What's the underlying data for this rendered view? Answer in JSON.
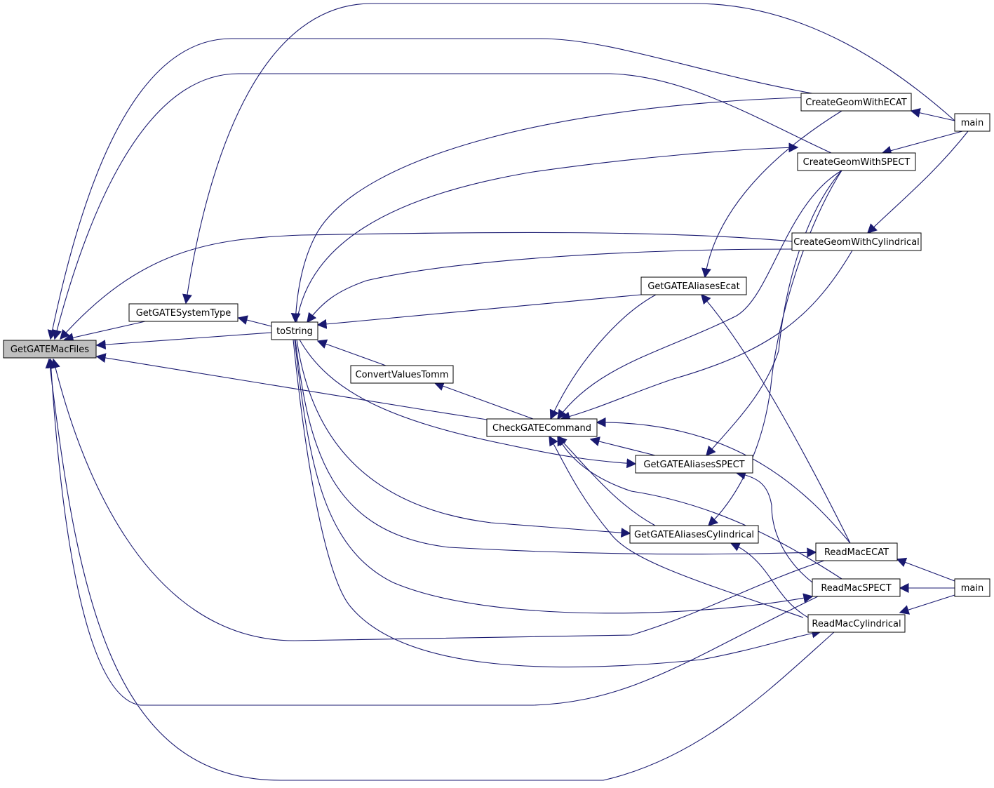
{
  "graph": {
    "nodes": [
      {
        "id": "getmac",
        "label": "GetGATEMacFiles",
        "highlighted": true
      },
      {
        "id": "systype",
        "label": "GetGATESystemType"
      },
      {
        "id": "tostring",
        "label": "toString"
      },
      {
        "id": "convert",
        "label": "ConvertValuesTomm"
      },
      {
        "id": "check",
        "label": "CheckGATECommand"
      },
      {
        "id": "aliasecat",
        "label": "GetGATEAliasesEcat"
      },
      {
        "id": "aliasspect",
        "label": "GetGATEAliasesSPECT"
      },
      {
        "id": "aliascyl",
        "label": "GetGATEAliasesCylindrical"
      },
      {
        "id": "cgecat",
        "label": "CreateGeomWithECAT"
      },
      {
        "id": "cgspect",
        "label": "CreateGeomWithSPECT"
      },
      {
        "id": "cgcyl",
        "label": "CreateGeomWithCylindrical"
      },
      {
        "id": "rmecat",
        "label": "ReadMacECAT"
      },
      {
        "id": "rmspect",
        "label": "ReadMacSPECT"
      },
      {
        "id": "rmcyl",
        "label": "ReadMacCylindrical"
      },
      {
        "id": "main1",
        "label": "main"
      },
      {
        "id": "main2",
        "label": "main"
      }
    ],
    "edges": [
      {
        "from": "systype",
        "to": "getmac"
      },
      {
        "from": "tostring",
        "to": "getmac"
      },
      {
        "from": "check",
        "to": "getmac"
      },
      {
        "from": "cgecat",
        "to": "getmac"
      },
      {
        "from": "cgspect",
        "to": "getmac"
      },
      {
        "from": "cgcyl",
        "to": "getmac"
      },
      {
        "from": "rmecat",
        "to": "getmac"
      },
      {
        "from": "rmspect",
        "to": "getmac"
      },
      {
        "from": "rmcyl",
        "to": "getmac"
      },
      {
        "from": "main1",
        "to": "systype"
      },
      {
        "from": "tostring",
        "to": "systype"
      },
      {
        "from": "convert",
        "to": "tostring"
      },
      {
        "from": "aliasecat",
        "to": "tostring"
      },
      {
        "from": "cgecat",
        "to": "tostring"
      },
      {
        "from": "cgcyl",
        "to": "tostring"
      },
      {
        "from": "tostring",
        "to": "cgspect"
      },
      {
        "from": "tostring",
        "to": "aliasspect"
      },
      {
        "from": "tostring",
        "to": "aliascyl"
      },
      {
        "from": "tostring",
        "to": "rmecat"
      },
      {
        "from": "tostring",
        "to": "rmspect"
      },
      {
        "from": "tostring",
        "to": "rmcyl"
      },
      {
        "from": "check",
        "to": "convert"
      },
      {
        "from": "aliasecat",
        "to": "check"
      },
      {
        "from": "aliasspect",
        "to": "check"
      },
      {
        "from": "aliascyl",
        "to": "check"
      },
      {
        "from": "cgspect",
        "to": "check"
      },
      {
        "from": "cgcyl",
        "to": "check"
      },
      {
        "from": "rmecat",
        "to": "check"
      },
      {
        "from": "rmspect",
        "to": "check"
      },
      {
        "from": "rmcyl",
        "to": "check"
      },
      {
        "from": "cgecat",
        "to": "aliasecat"
      },
      {
        "from": "rmecat",
        "to": "aliasecat"
      },
      {
        "from": "cgspect",
        "to": "aliasspect"
      },
      {
        "from": "rmspect",
        "to": "aliasspect"
      },
      {
        "from": "cgspect",
        "to": "aliascyl"
      },
      {
        "from": "rmcyl",
        "to": "aliascyl"
      },
      {
        "from": "main1",
        "to": "cgecat"
      },
      {
        "from": "main1",
        "to": "cgspect"
      },
      {
        "from": "main1",
        "to": "cgcyl"
      },
      {
        "from": "main2",
        "to": "rmecat"
      },
      {
        "from": "main2",
        "to": "rmspect"
      },
      {
        "from": "main2",
        "to": "rmcyl"
      }
    ]
  },
  "colors": {
    "edge": "#191970",
    "highlight_fill": "#bfbfbf",
    "node_border": "#000000",
    "background": "#ffffff"
  }
}
